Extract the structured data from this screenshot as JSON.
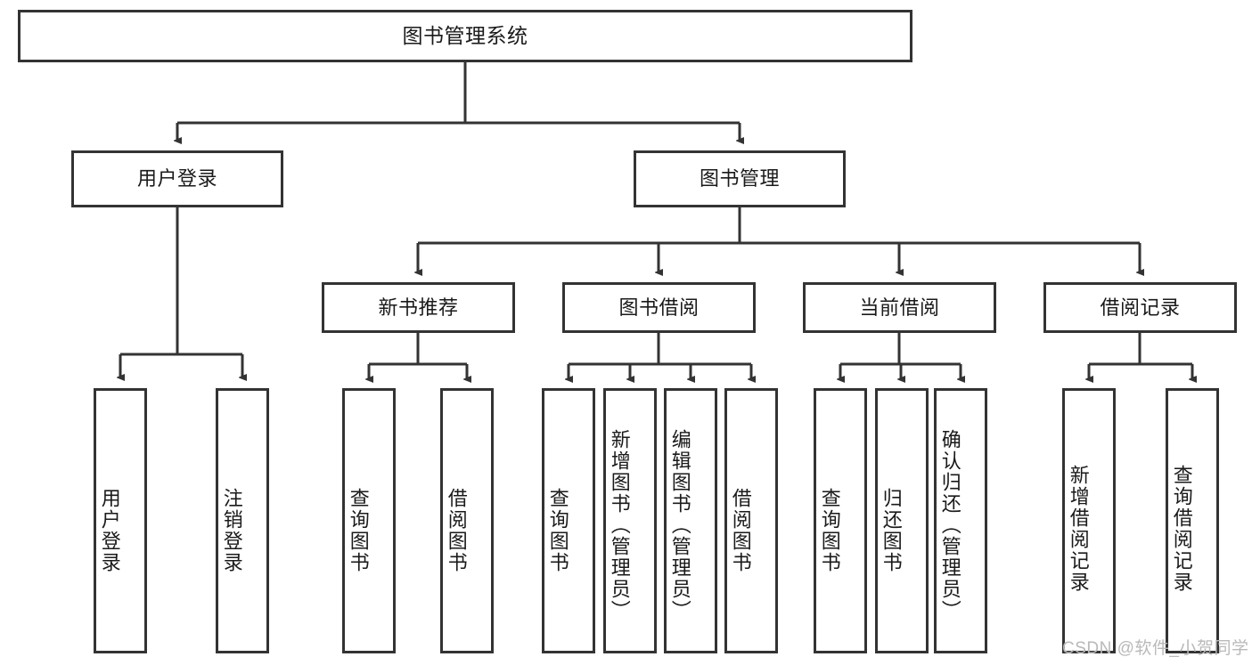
{
  "diagram": {
    "type": "hierarchy-tree",
    "title": "图书管理系统",
    "watermark": "CSDN @软件_小贺同学",
    "colors": {
      "box_border": "#333333",
      "box_fill": "#ffffff",
      "connector": "#333333",
      "text": "#1a1a1a",
      "watermark": "#b9b9b9"
    },
    "levels": {
      "root": {
        "label": "图书管理系统"
      },
      "level2": [
        {
          "id": "user-login",
          "label": "用户登录"
        },
        {
          "id": "book-management",
          "label": "图书管理"
        }
      ],
      "level3": [
        {
          "id": "new-book-recommend",
          "label": "新书推荐",
          "parent": "book-management"
        },
        {
          "id": "book-borrow",
          "label": "图书借阅",
          "parent": "book-management"
        },
        {
          "id": "current-borrow",
          "label": "当前借阅",
          "parent": "book-management"
        },
        {
          "id": "borrow-record",
          "label": "借阅记录",
          "parent": "book-management"
        }
      ],
      "leaves": [
        {
          "id": "leaf-user-login",
          "label": "用户登录",
          "parent": "user-login"
        },
        {
          "id": "leaf-logout",
          "label": "注销登录",
          "parent": "user-login"
        },
        {
          "id": "leaf-query-book-1",
          "label": "查询图书",
          "parent": "new-book-recommend"
        },
        {
          "id": "leaf-borrow-book-1",
          "label": "借阅图书",
          "parent": "new-book-recommend"
        },
        {
          "id": "leaf-query-book-2",
          "label": "查询图书",
          "parent": "book-borrow"
        },
        {
          "id": "leaf-add-book",
          "label": "新增图书（管理员）",
          "parent": "book-borrow"
        },
        {
          "id": "leaf-edit-book",
          "label": "编辑图书（管理员）",
          "parent": "book-borrow"
        },
        {
          "id": "leaf-borrow-book-2",
          "label": "借阅图书",
          "parent": "book-borrow"
        },
        {
          "id": "leaf-query-book-3",
          "label": "查询图书",
          "parent": "current-borrow"
        },
        {
          "id": "leaf-return-book",
          "label": "归还图书",
          "parent": "current-borrow"
        },
        {
          "id": "leaf-confirm-return",
          "label": "确认归还（管理员）",
          "parent": "current-borrow"
        },
        {
          "id": "leaf-add-record",
          "label": "新增借阅记录",
          "parent": "borrow-record"
        },
        {
          "id": "leaf-query-record",
          "label": "查询借阅记录",
          "parent": "borrow-record"
        }
      ]
    }
  }
}
